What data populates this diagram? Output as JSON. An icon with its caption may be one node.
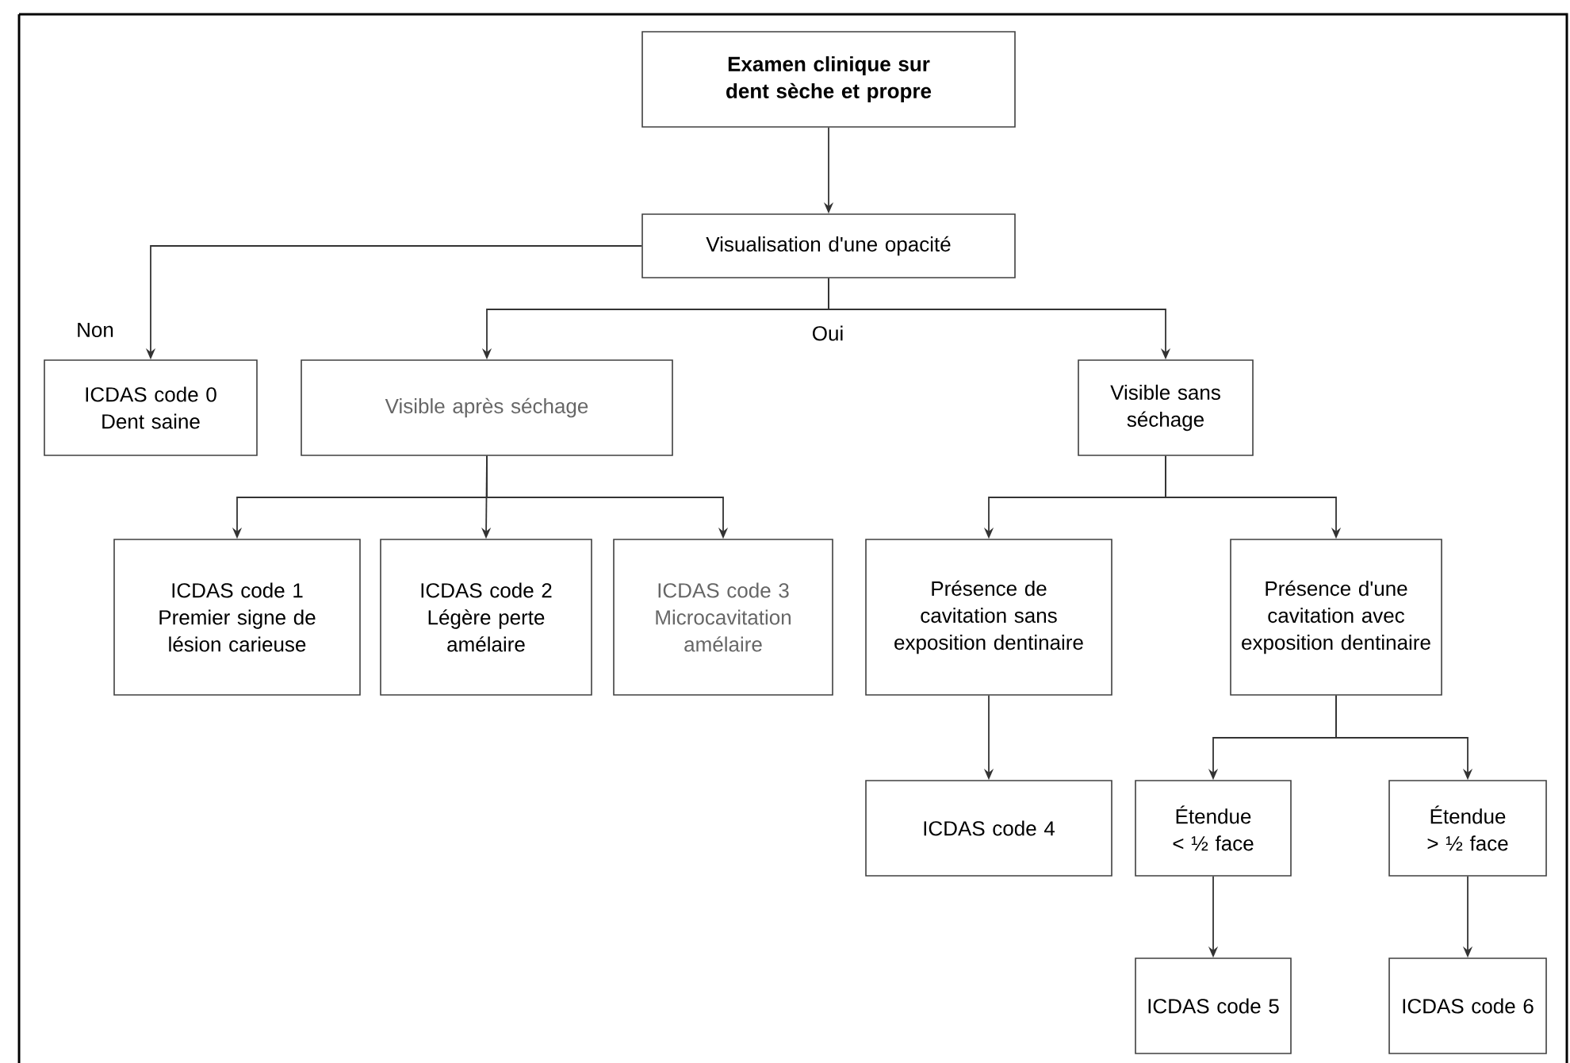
{
  "diagram": {
    "nodes": [
      {
        "text": [
          "Examen clinique sur dent sèche et propre"
        ]
      },
      {
        "text": [
          "Visualisation d'une opacité"
        ]
      },
      {
        "text": [
          "ICDAS code 0",
          "Dent saine"
        ]
      },
      {
        "text": [
          "Visible après séchage"
        ]
      },
      {
        "text": [
          "Visible sans séchage"
        ]
      },
      {
        "text": [
          "ICDAS code 1",
          "Premier signe de lésion carieuse"
        ]
      },
      {
        "text": [
          "ICDAS code 2",
          "Légère perte amélaire"
        ]
      },
      {
        "text": [
          "ICDAS code 3",
          "Microcavitation amélaire"
        ]
      },
      {
        "text": [
          "Présence de cavitation sans exposition dentinaire"
        ]
      },
      {
        "text": [
          "Présence d'une cavitation avec exposition dentinaire"
        ]
      },
      {
        "text": [
          "ICDAS code 4"
        ]
      },
      {
        "text": [
          "Étendue < ½ face"
        ]
      },
      {
        "text": [
          "Étendue > ½ face"
        ]
      },
      {
        "text": [
          "ICDAS code 5"
        ]
      },
      {
        "text": [
          "ICDAS code 6"
        ]
      }
    ],
    "edges": [
      {
        "from": 0,
        "to": 1,
        "arrow": "to"
      },
      {
        "from": 1,
        "to": 2,
        "arrow": "to",
        "label": "Non"
      },
      {
        "from": 1,
        "to": 3,
        "arrow": "to",
        "label": "Oui"
      },
      {
        "from": 1,
        "to": 4,
        "arrow": "to"
      },
      {
        "from": 3,
        "to": 5,
        "arrow": "to"
      },
      {
        "from": 3,
        "to": 6,
        "arrow": "to"
      },
      {
        "from": 3,
        "to": 7,
        "arrow": "to"
      },
      {
        "from": 4,
        "to": 8,
        "arrow": "to"
      },
      {
        "from": 4,
        "to": 9,
        "arrow": "to"
      },
      {
        "from": 8,
        "to": 10,
        "arrow": "to"
      },
      {
        "from": 9,
        "to": 11,
        "arrow": "to"
      },
      {
        "from": 9,
        "to": 12,
        "arrow": "to"
      },
      {
        "from": 11,
        "to": 13,
        "arrow": "to"
      },
      {
        "from": 12,
        "to": 14,
        "arrow": "to"
      }
    ]
  }
}
